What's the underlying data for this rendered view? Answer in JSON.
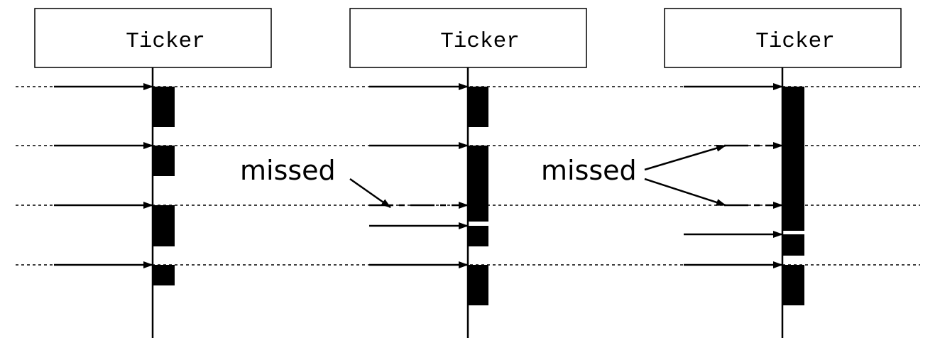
{
  "diagram": {
    "panels": [
      {
        "title": "Ticker"
      },
      {
        "title": "Ticker"
      },
      {
        "title": "Ticker"
      }
    ],
    "missed_label": "missed"
  },
  "colors": {
    "ink": "#000000",
    "background": "#ffffff"
  }
}
